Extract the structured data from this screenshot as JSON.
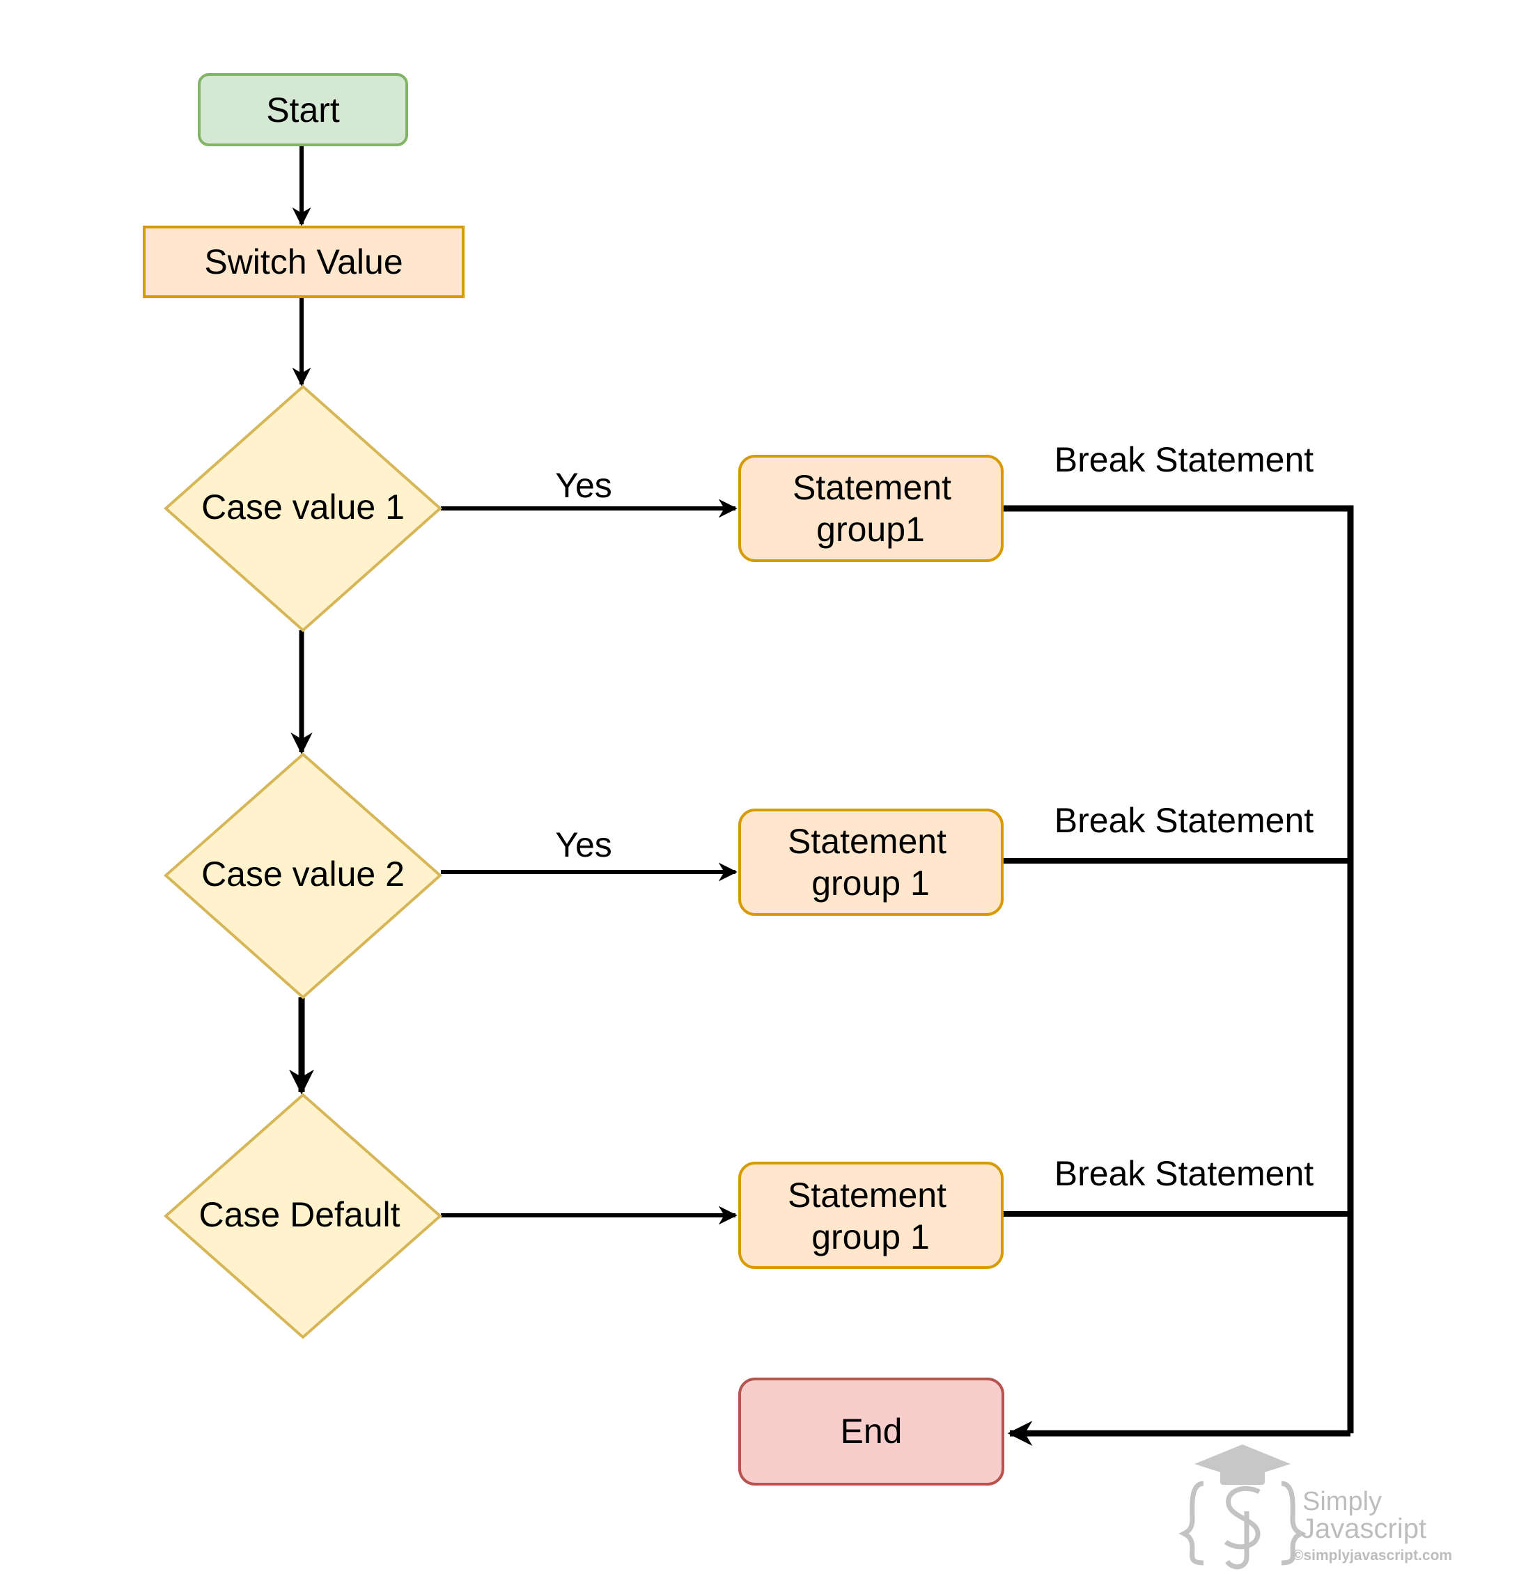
{
  "colors": {
    "start_fill": "#d5e8d4",
    "start_stroke": "#82b366",
    "process_fill": "#ffe6cc",
    "process_stroke": "#d79b00",
    "decision_fill": "#fff2cc",
    "decision_stroke": "#d6b656",
    "end_fill": "#f8cecc",
    "end_stroke": "#b85450",
    "edge": "#000000",
    "watermark": "#a8a8a8"
  },
  "nodes": {
    "start": {
      "label": "Start"
    },
    "switch": {
      "label": "Switch Value"
    },
    "case1": {
      "label": "Case value 1"
    },
    "case2": {
      "label": "Case value 2"
    },
    "case_default": {
      "label": "Case Default"
    },
    "group_a": {
      "line1": "Statement",
      "line2": "group1"
    },
    "group_b": {
      "line1": "Statement",
      "line2": "group 1"
    },
    "group_c": {
      "line1": "Statement",
      "line2": "group 1"
    },
    "end": {
      "label": "End"
    }
  },
  "edges": {
    "yes1": "Yes",
    "yes2": "Yes",
    "break1": "Break Statement",
    "break2": "Break Statement",
    "break3": "Break Statement"
  },
  "watermark": {
    "brand_line1": "Simply",
    "brand_line2": "Javascript",
    "site": "©simplyjavascript.com"
  }
}
